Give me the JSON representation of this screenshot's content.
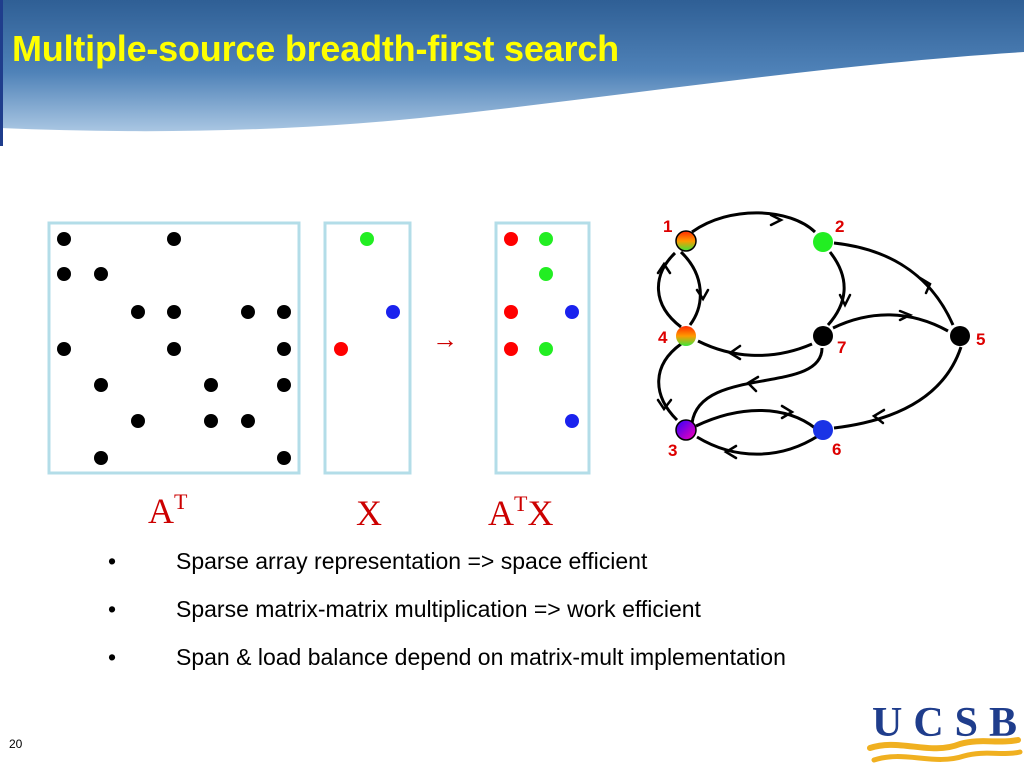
{
  "header": {
    "title": "Multiple-source breadth-first search"
  },
  "matrices": {
    "at_label": {
      "base": "A",
      "sup": "T"
    },
    "x_label": {
      "base": "X"
    },
    "atx_label": {
      "base_a": "A",
      "sup": "T",
      "base_x": "X"
    },
    "arrow": "→",
    "at_dots": [
      {
        "row": 0,
        "col": 0,
        "color": "black"
      },
      {
        "row": 0,
        "col": 3,
        "color": "black"
      },
      {
        "row": 1,
        "col": 0,
        "color": "black"
      },
      {
        "row": 1,
        "col": 1,
        "color": "black"
      },
      {
        "row": 2,
        "col": 2,
        "color": "black"
      },
      {
        "row": 2,
        "col": 3,
        "color": "black"
      },
      {
        "row": 2,
        "col": 5,
        "color": "black"
      },
      {
        "row": 2,
        "col": 6,
        "color": "black"
      },
      {
        "row": 3,
        "col": 0,
        "color": "black"
      },
      {
        "row": 3,
        "col": 3,
        "color": "black"
      },
      {
        "row": 3,
        "col": 6,
        "color": "black"
      },
      {
        "row": 4,
        "col": 1,
        "color": "black"
      },
      {
        "row": 4,
        "col": 4,
        "color": "black"
      },
      {
        "row": 4,
        "col": 6,
        "color": "black"
      },
      {
        "row": 5,
        "col": 2,
        "color": "black"
      },
      {
        "row": 5,
        "col": 4,
        "color": "black"
      },
      {
        "row": 5,
        "col": 5,
        "color": "black"
      },
      {
        "row": 6,
        "col": 1,
        "color": "black"
      },
      {
        "row": 6,
        "col": 6,
        "color": "black"
      }
    ],
    "x_dots": [
      {
        "row": 0,
        "col": 1,
        "color": "green"
      },
      {
        "row": 2,
        "col": 2,
        "color": "blue"
      },
      {
        "row": 3,
        "col": 0,
        "color": "red"
      }
    ],
    "atx_dots": [
      {
        "row": 0,
        "col": 0,
        "color": "red"
      },
      {
        "row": 0,
        "col": 1,
        "color": "green"
      },
      {
        "row": 1,
        "col": 1,
        "color": "green"
      },
      {
        "row": 2,
        "col": 0,
        "color": "red"
      },
      {
        "row": 2,
        "col": 2,
        "color": "blue"
      },
      {
        "row": 3,
        "col": 0,
        "color": "red"
      },
      {
        "row": 3,
        "col": 1,
        "color": "green"
      },
      {
        "row": 5,
        "col": 2,
        "color": "blue"
      }
    ]
  },
  "graph": {
    "nodes": [
      {
        "id": "1",
        "label": "1",
        "fill": "gradient-red-green"
      },
      {
        "id": "2",
        "label": "2",
        "fill": "green"
      },
      {
        "id": "3",
        "label": "3",
        "fill": "gradient-blue-red"
      },
      {
        "id": "4",
        "label": "4",
        "fill": "gradient-red-green"
      },
      {
        "id": "5",
        "label": "5",
        "fill": "black"
      },
      {
        "id": "6",
        "label": "6",
        "fill": "blue"
      },
      {
        "id": "7",
        "label": "7",
        "fill": "black"
      }
    ],
    "edges": [
      {
        "from": "1",
        "to": "2"
      },
      {
        "from": "1",
        "to": "4"
      },
      {
        "from": "4",
        "to": "1"
      },
      {
        "from": "2",
        "to": "7"
      },
      {
        "from": "2",
        "to": "5"
      },
      {
        "from": "7",
        "to": "4"
      },
      {
        "from": "7",
        "to": "5"
      },
      {
        "from": "4",
        "to": "3"
      },
      {
        "from": "7",
        "to": "3"
      },
      {
        "from": "3",
        "to": "6"
      },
      {
        "from": "6",
        "to": "3"
      },
      {
        "from": "5",
        "to": "6"
      }
    ]
  },
  "bullets": [
    {
      "marker": "•",
      "text": "Sparse array representation => space efficient"
    },
    {
      "marker": "•",
      "text": "Sparse matrix-matrix multiplication => work efficient"
    },
    {
      "marker": "•",
      "text": "Span & load balance depend on matrix-mult implementation"
    }
  ],
  "footer": {
    "page_number": "20",
    "logo_text": "UCSB"
  },
  "colors": {
    "title": "#ffff00",
    "header": "#3a6ea5",
    "node_label": "#dd0000",
    "matrix_label": "#cc0000",
    "logo": "#1f3d8c",
    "logo_wave": "#f0b020",
    "matrix_border": "#b3dde8"
  }
}
